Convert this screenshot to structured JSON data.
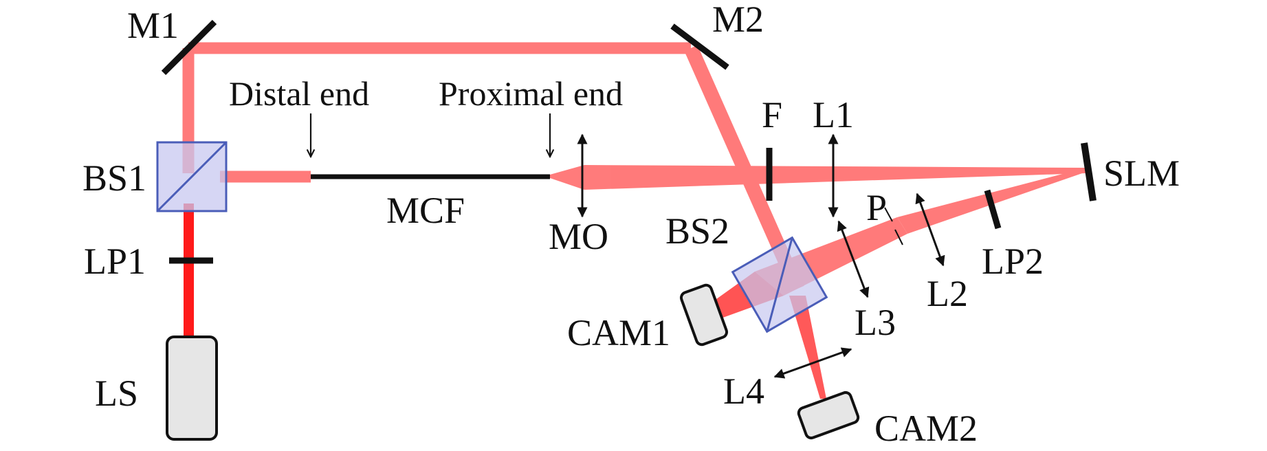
{
  "labels": {
    "m1": "M1",
    "m2": "M2",
    "distal_end": "Distal end",
    "proximal_end": "Proximal end",
    "f": "F",
    "l1": "L1",
    "bs1": "BS1",
    "slm": "SLM",
    "mcf": "MCF",
    "p": "P",
    "mo": "MO",
    "bs2": "BS2",
    "lp1": "LP1",
    "lp2": "LP2",
    "l2": "L2",
    "l3": "L3",
    "cam1": "CAM1",
    "ls": "LS",
    "l4": "L4",
    "cam2": "CAM2"
  },
  "colors": {
    "beam_light": "#ff6e6e",
    "beam_strong": "#ff1a1a",
    "cube_fill": "#c8c8f0",
    "cube_edge": "#4a5db8",
    "device_fill": "#e6e6e6",
    "optic_black": "#111111"
  }
}
